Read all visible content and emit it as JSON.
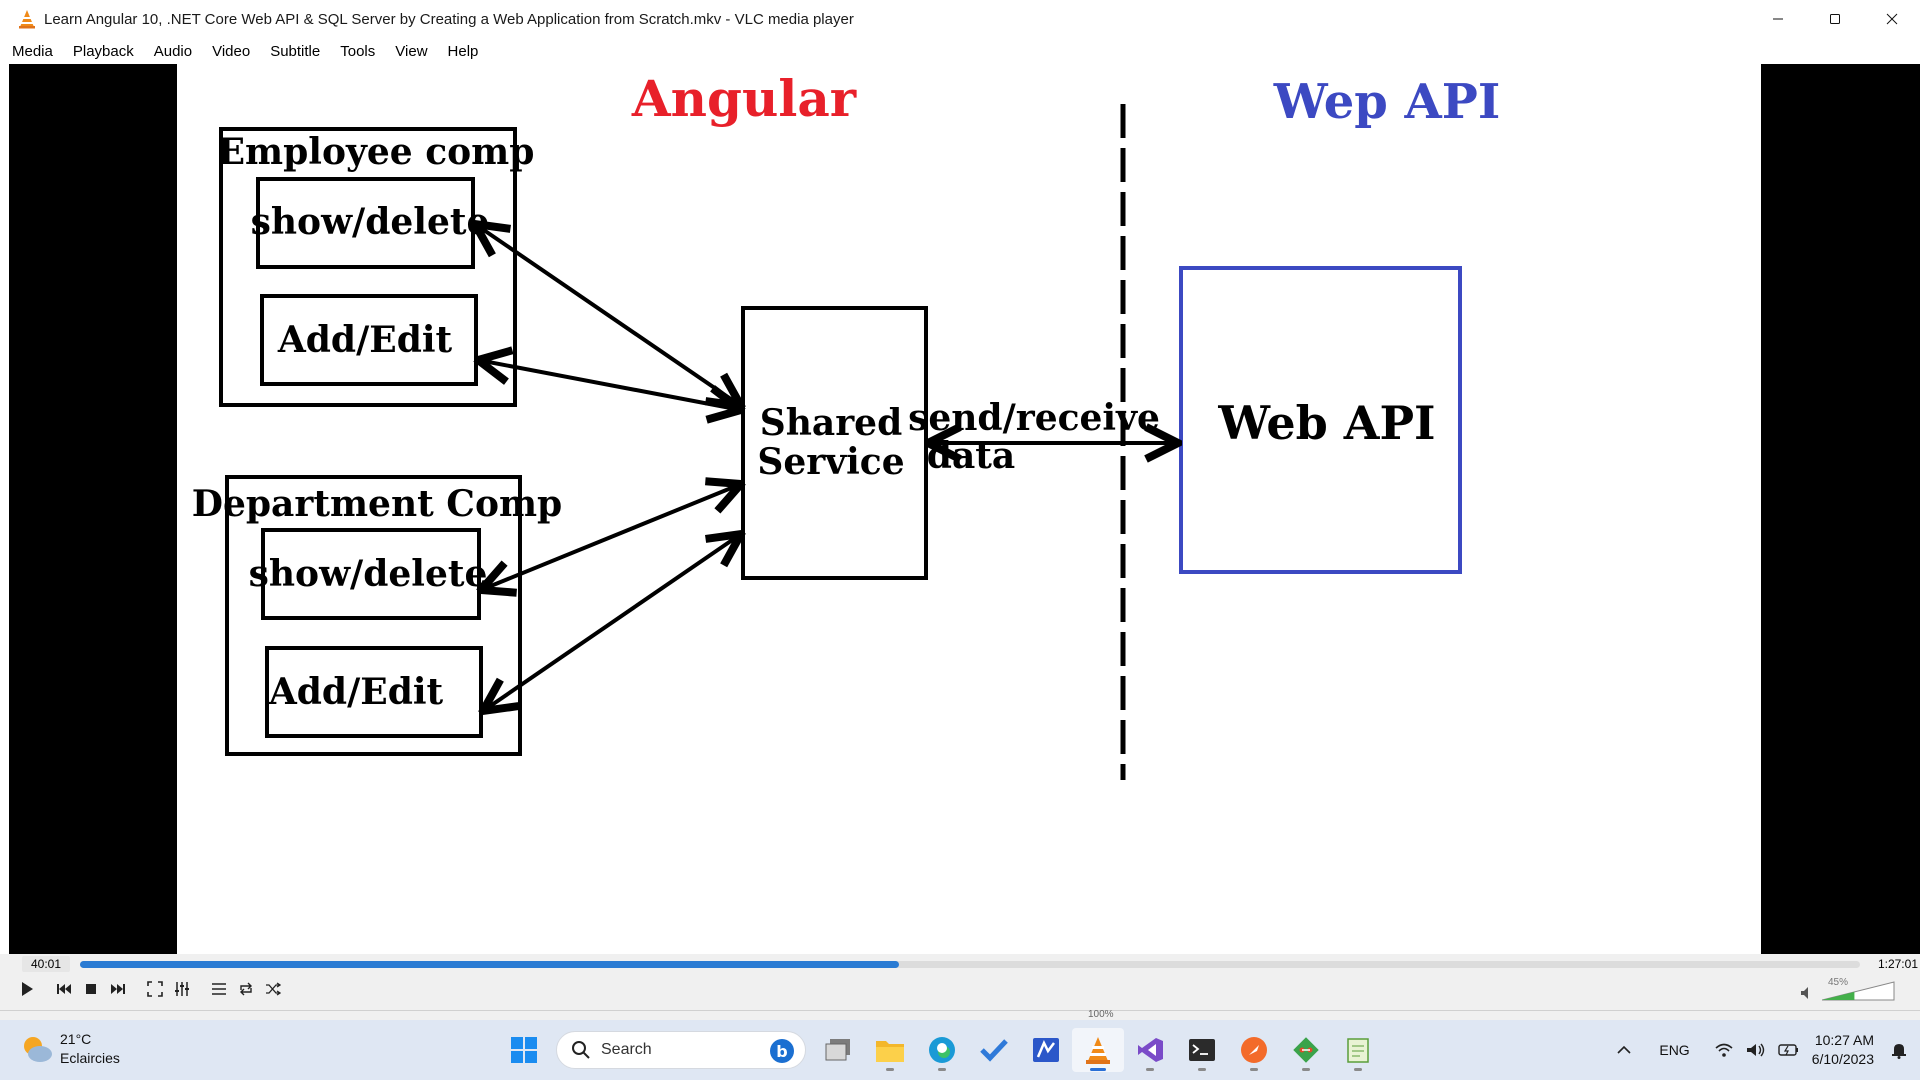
{
  "window": {
    "title": "Learn Angular 10, .NET Core Web API & SQL Server by Creating a Web Application from Scratch.mkv - VLC media player"
  },
  "menu": [
    "Media",
    "Playback",
    "Audio",
    "Video",
    "Subtitle",
    "Tools",
    "View",
    "Help"
  ],
  "slide": {
    "angular_heading": "Angular",
    "webapi_heading": "Wep API",
    "employee_title": "Employee comp",
    "employee_show": "show/delete",
    "employee_add": "Add/Edit",
    "department_title": "Department Comp",
    "department_show": "show/delete",
    "department_add": "Add/Edit",
    "shared_line1": "Shared",
    "shared_line2": "Service",
    "send_line1": "send/receive",
    "send_line2": "data",
    "webapi_box": "Web API",
    "colors": {
      "angular": "#e8202a",
      "webapi": "#3c49c2"
    }
  },
  "player": {
    "current_time": "40:01",
    "total_time": "1:27:01",
    "progress": 0.46,
    "volume_label": "45%",
    "volume": 0.45,
    "speed_label": "100%"
  },
  "taskbar": {
    "weather_temp": "21°C",
    "weather_desc": "Eclaircies",
    "search_label": "Search",
    "language": "ENG",
    "time": "10:27 AM",
    "date": "6/10/2023",
    "apps": [
      "windows-start-icon",
      "task-view-icon",
      "file-explorer-icon",
      "edge-icon",
      "todo-icon",
      "visual-studio-code-icon",
      "vlc-icon",
      "visual-studio-icon",
      "terminal-icon",
      "postman-icon",
      "git-icon",
      "notepad-icon"
    ]
  }
}
